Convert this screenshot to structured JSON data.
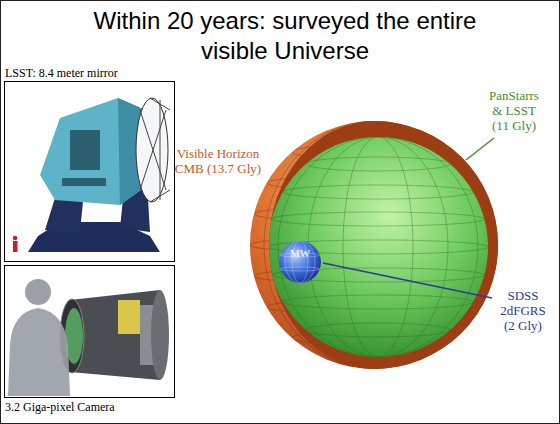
{
  "diagram": {
    "title": "Within 20 years: surveyed the entire visible Universe",
    "nodes": [
      {
        "text": [
          "Visible Horizon CMB (13.7 Gly)"
        ]
      },
      {
        "text": [
          "PanStarrs & LSST (11 Gly)"
        ],
        "in": 0
      },
      {
        "text": [
          "MW",
          "SDSS 2dFGRS (2 Gly)"
        ],
        "in": 1
      }
    ],
    "labels": [
      "LSST: 8.4 meter mirror",
      "3.2 Giga-pixel Camera"
    ]
  }
}
